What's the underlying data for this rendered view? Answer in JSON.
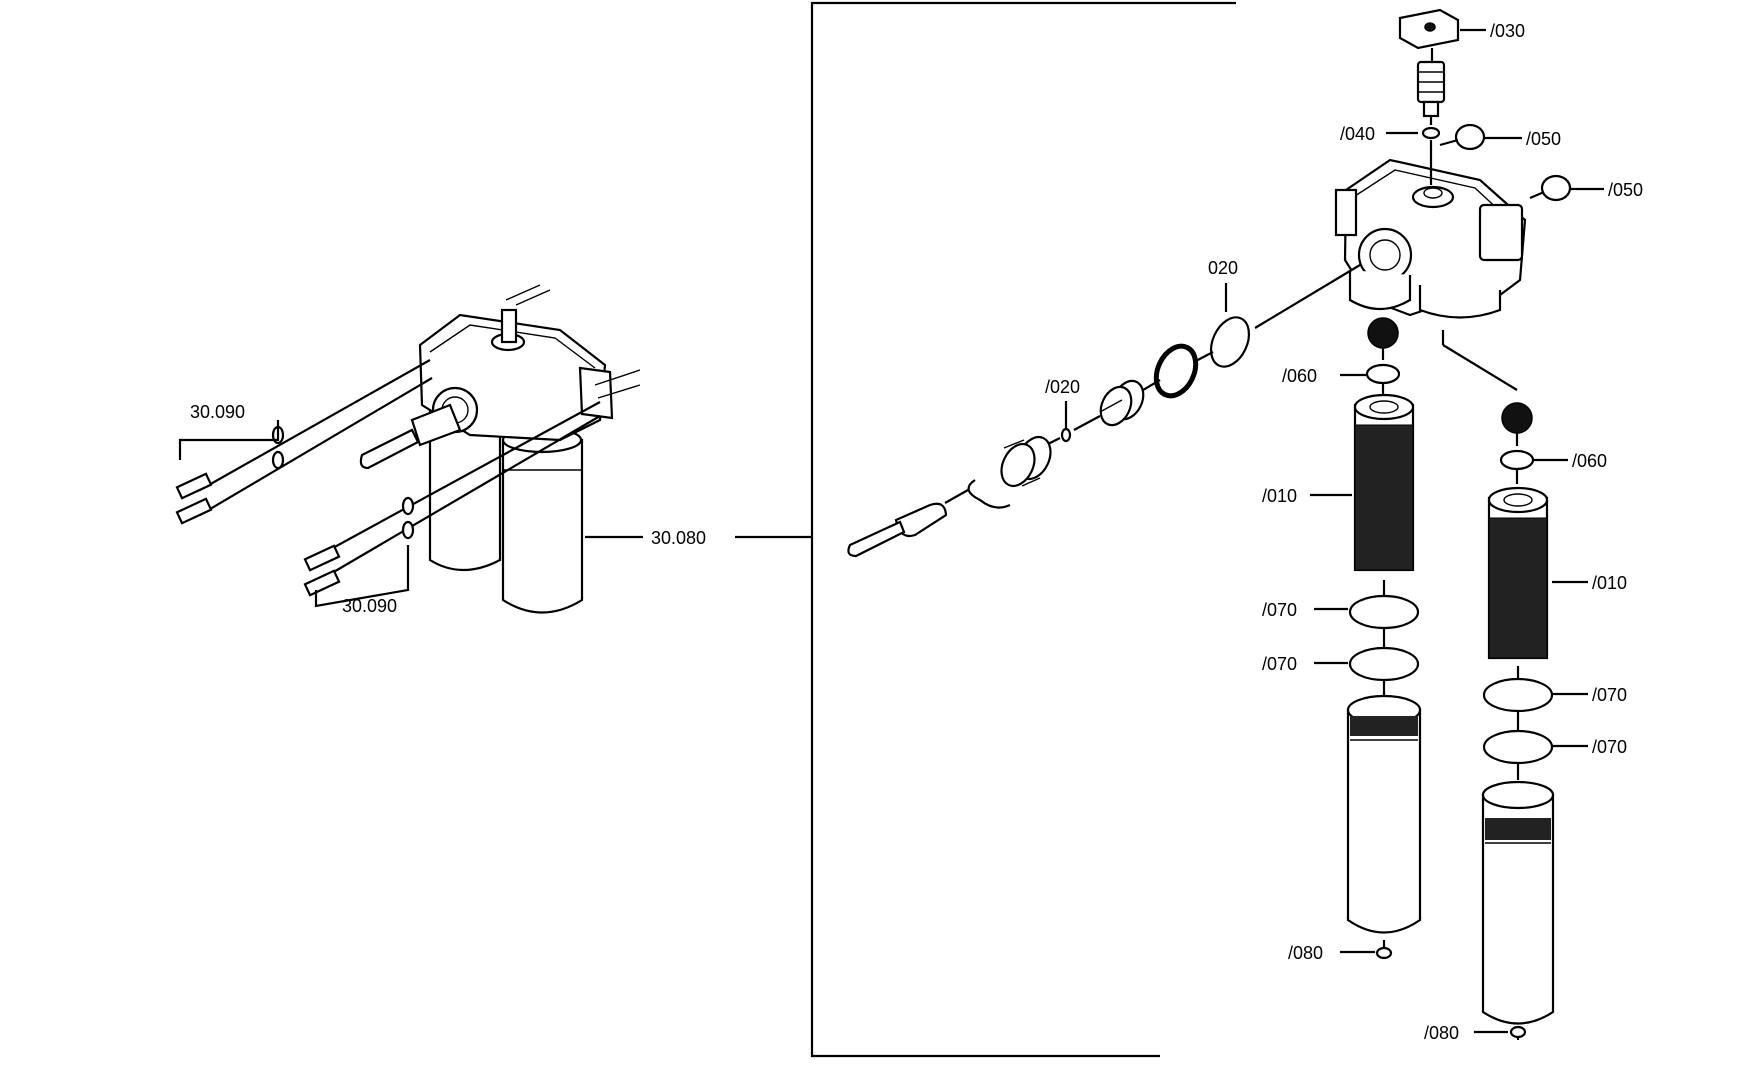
{
  "labels": {
    "left_bolts_top": "30.090",
    "left_bolts_bottom": "30.090",
    "assembly": "30.080",
    "seal_020_right": "020",
    "seal_020_left": "/020",
    "p030": "/030",
    "p040": "/040",
    "p050_a": "/050",
    "p050_b": "/050",
    "p060_left": "/060",
    "p060_right": "/060",
    "p010_left": "/010",
    "p010_right": "/010",
    "p070_left_a": "/070",
    "p070_left_b": "/070",
    "p070_right_a": "/070",
    "p070_right_b": "/070",
    "p080_left": "/080",
    "p080_right": "/080"
  }
}
